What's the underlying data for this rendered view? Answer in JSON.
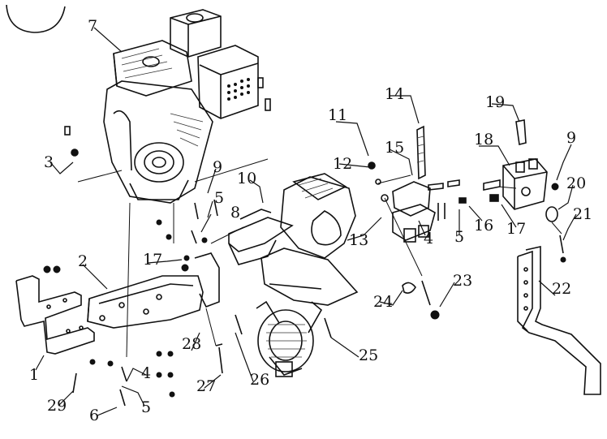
{
  "header": {
    "text": ""
  },
  "diagram": {
    "callouts": [
      {
        "id": "c7",
        "text": "7"
      },
      {
        "id": "c3",
        "text": "3"
      },
      {
        "id": "c11",
        "text": "11"
      },
      {
        "id": "c14",
        "text": "14"
      },
      {
        "id": "c19",
        "text": "19"
      },
      {
        "id": "c15",
        "text": "15"
      },
      {
        "id": "c18",
        "text": "18"
      },
      {
        "id": "c9a",
        "text": "9"
      },
      {
        "id": "c12",
        "text": "12"
      },
      {
        "id": "c9b",
        "text": "9"
      },
      {
        "id": "c10",
        "text": "10"
      },
      {
        "id": "c20",
        "text": "20"
      },
      {
        "id": "c5a",
        "text": "5"
      },
      {
        "id": "c8",
        "text": "8"
      },
      {
        "id": "c21",
        "text": "21"
      },
      {
        "id": "c13",
        "text": "13"
      },
      {
        "id": "c4a",
        "text": "4"
      },
      {
        "id": "c5b",
        "text": "5"
      },
      {
        "id": "c16",
        "text": "16"
      },
      {
        "id": "c17a",
        "text": "17"
      },
      {
        "id": "c17b",
        "text": "17"
      },
      {
        "id": "c2",
        "text": "2"
      },
      {
        "id": "c22",
        "text": "22"
      },
      {
        "id": "c23",
        "text": "23"
      },
      {
        "id": "c24",
        "text": "24"
      },
      {
        "id": "c28",
        "text": "28"
      },
      {
        "id": "c25",
        "text": "25"
      },
      {
        "id": "c1",
        "text": "1"
      },
      {
        "id": "c4b",
        "text": "4"
      },
      {
        "id": "c27",
        "text": "27"
      },
      {
        "id": "c26",
        "text": "26"
      },
      {
        "id": "c29",
        "text": "29"
      },
      {
        "id": "c6",
        "text": "6"
      },
      {
        "id": "c5c",
        "text": "5"
      }
    ]
  }
}
